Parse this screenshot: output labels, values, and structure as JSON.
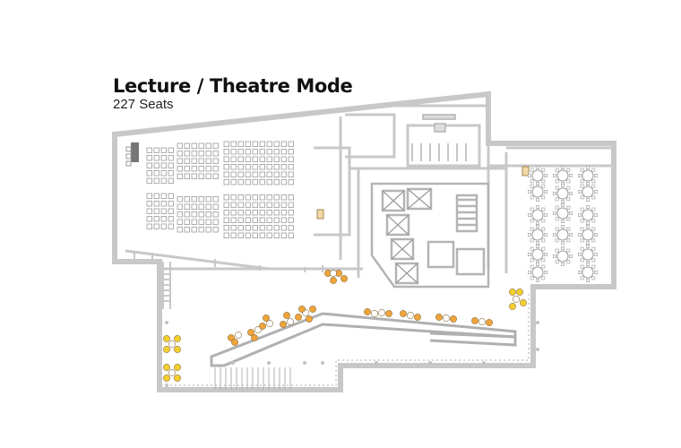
{
  "heading": {
    "title": "Lecture / Theatre Mode",
    "subtitle": "227 Seats"
  },
  "colors": {
    "wall": "#c8c8c8",
    "wall_dark": "#9a9a9a",
    "seat_outline": "#a6a6a6",
    "lounge_orange": "#f0a43a",
    "lounge_yellow": "#f5cf2e",
    "podium": "#f2d9a6",
    "stage_block": "#777777"
  },
  "seating": {
    "mode": "lecture-theatre",
    "total_seats": 227
  }
}
